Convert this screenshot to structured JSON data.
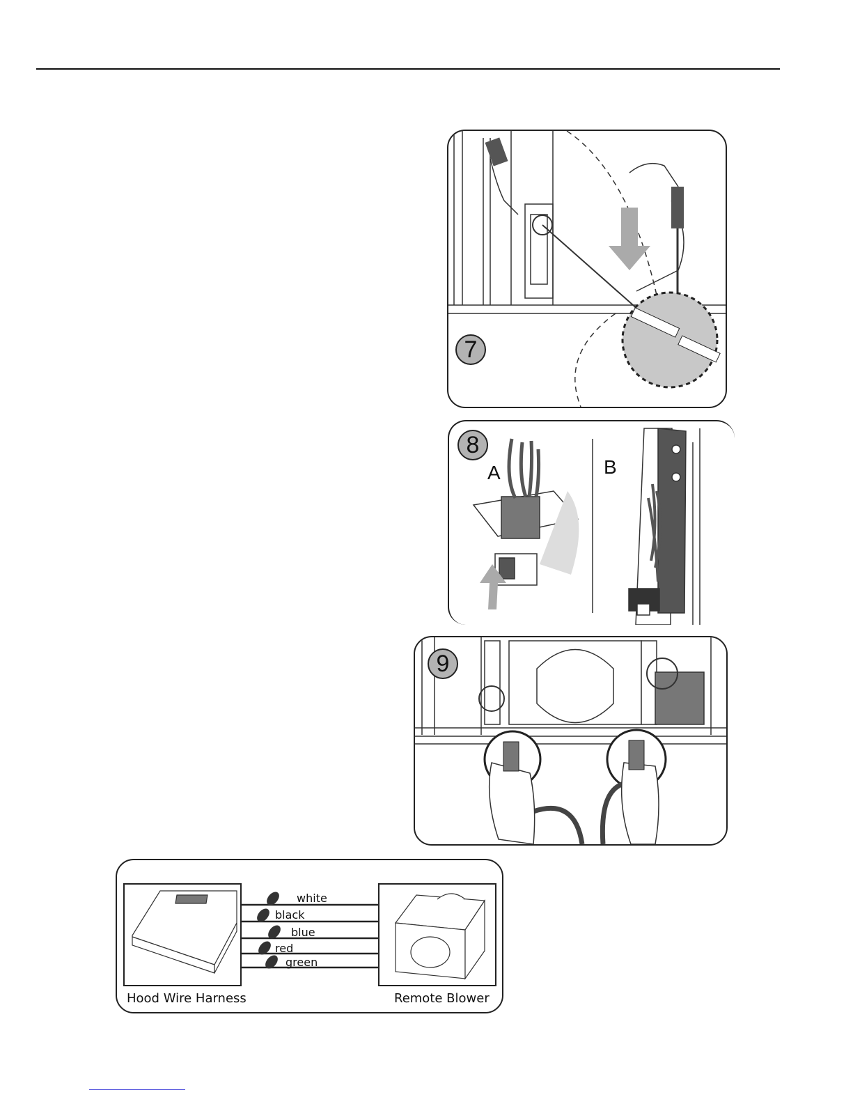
{
  "figures": {
    "fig7": {
      "number": "7"
    },
    "fig8": {
      "number": "8",
      "label_a": "A",
      "label_b": "B"
    },
    "fig9": {
      "number": "9"
    }
  },
  "wiring": {
    "left_caption": "Hood Wire Harness",
    "right_caption": "Remote Blower",
    "wires": [
      "white",
      "black",
      "blue",
      "red",
      "green"
    ]
  },
  "colors": {
    "ink": "#111111",
    "badge_fill": "#b3b3b3",
    "arrow_gray": "#aaaaaa",
    "link_underline": "#3a3ad8"
  }
}
